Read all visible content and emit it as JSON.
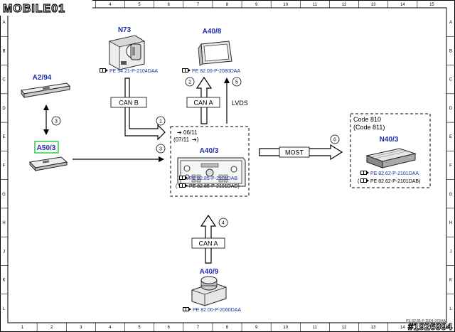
{
  "logo": {
    "text": "MOBILE01"
  },
  "watermark": "#1926994",
  "grid": {
    "columns": [
      "1",
      "2",
      "3",
      "4",
      "5",
      "6",
      "7",
      "8",
      "9",
      "10",
      "11",
      "12",
      "13",
      "14",
      "15"
    ],
    "rows": [
      "A",
      "B",
      "C",
      "D",
      "E",
      "F",
      "G",
      "H",
      "J",
      "K",
      "L"
    ]
  },
  "components": {
    "n73": {
      "label": "N73",
      "ref": "PE 54.21-P-2104DAA"
    },
    "a40_8": {
      "label": "A40/8",
      "ref": "PE 82.00-P-2080DAA"
    },
    "a2_94": {
      "label": "A2/94"
    },
    "a50_3": {
      "label": "A50/3"
    },
    "a40_3": {
      "label": "A40/3",
      "date1": "06/11",
      "date2": "(07/11",
      "ref1": "PE 82.85-P-2101DAB",
      "ref2": "(",
      "ref2_text": "PE 82.85-P-2101DAD)"
    },
    "n40_3": {
      "label": "N40/3",
      "code1": "Code 810",
      "code2": "(Code 811)",
      "ref1": "PE 82.62-P-2101DAA",
      "ref2": "(",
      "ref2_text": "PE 82.62-P-2101DAB)"
    },
    "a40_9": {
      "label": "A40/9",
      "ref": "PE 82.00-P-2060DAA"
    }
  },
  "buses": {
    "can_b": "CAN B",
    "can_a_top": "CAN A",
    "lvds": "LVDS",
    "most": "MOST",
    "can_a_bottom": "CAN A"
  },
  "connection_numbers": [
    "1",
    "2",
    "3",
    "3",
    "4",
    "5",
    "6"
  ],
  "footer_code": "PE 82.85-P-2004-97DAA",
  "icons": [
    "book-reference-icon",
    "arrow-right-icon"
  ]
}
